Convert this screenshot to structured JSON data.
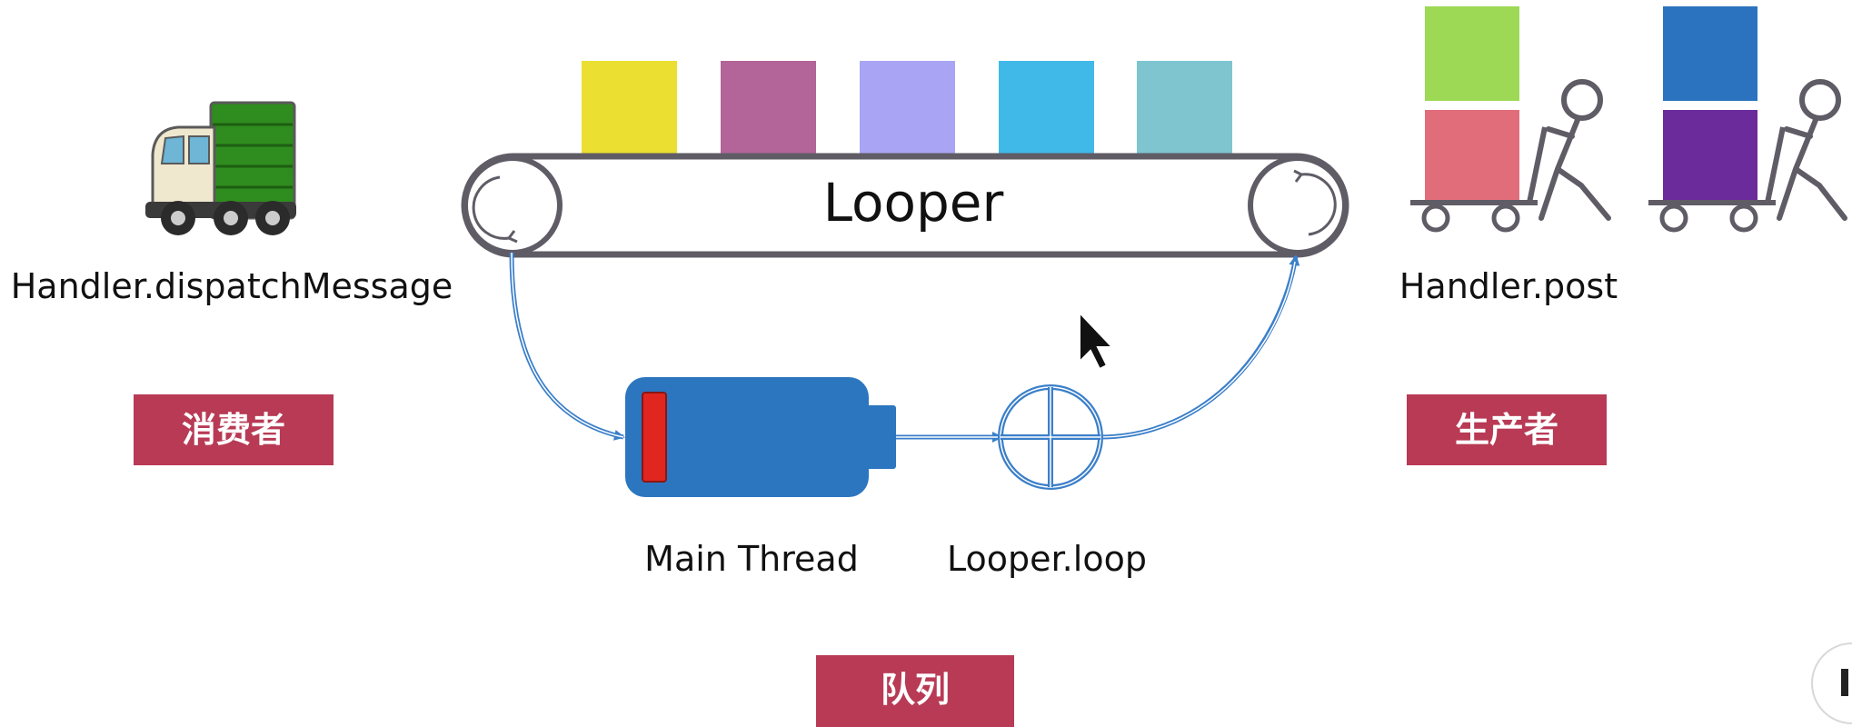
{
  "belt": {
    "label": "Looper"
  },
  "left": {
    "label": "Handler.dispatchMessage",
    "tag": "消费者"
  },
  "right": {
    "label": "Handler.post",
    "tag": "生产者"
  },
  "bottom": {
    "thread_label": "Main Thread",
    "loop_label": "Looper.loop",
    "tag": "队列"
  },
  "colors": {
    "tag_bg": "#b83a55",
    "belt_stroke": "#5f5c66",
    "arrow": "#3b7fc9",
    "battery": "#2c76c0",
    "battery_level": "#e0261f",
    "messages": [
      "#ebe031",
      "#b36499",
      "#a9a4f4",
      "#40b9e9",
      "#7ec5cf"
    ],
    "cart_boxes": [
      "#9dd955",
      "#e26d7a",
      "#2b73bf",
      "#6c2b9b"
    ]
  },
  "icons": [
    "truck-icon",
    "worker-cart-icon",
    "battery-icon",
    "loop-crosshair-icon",
    "mouse-cursor-icon"
  ]
}
